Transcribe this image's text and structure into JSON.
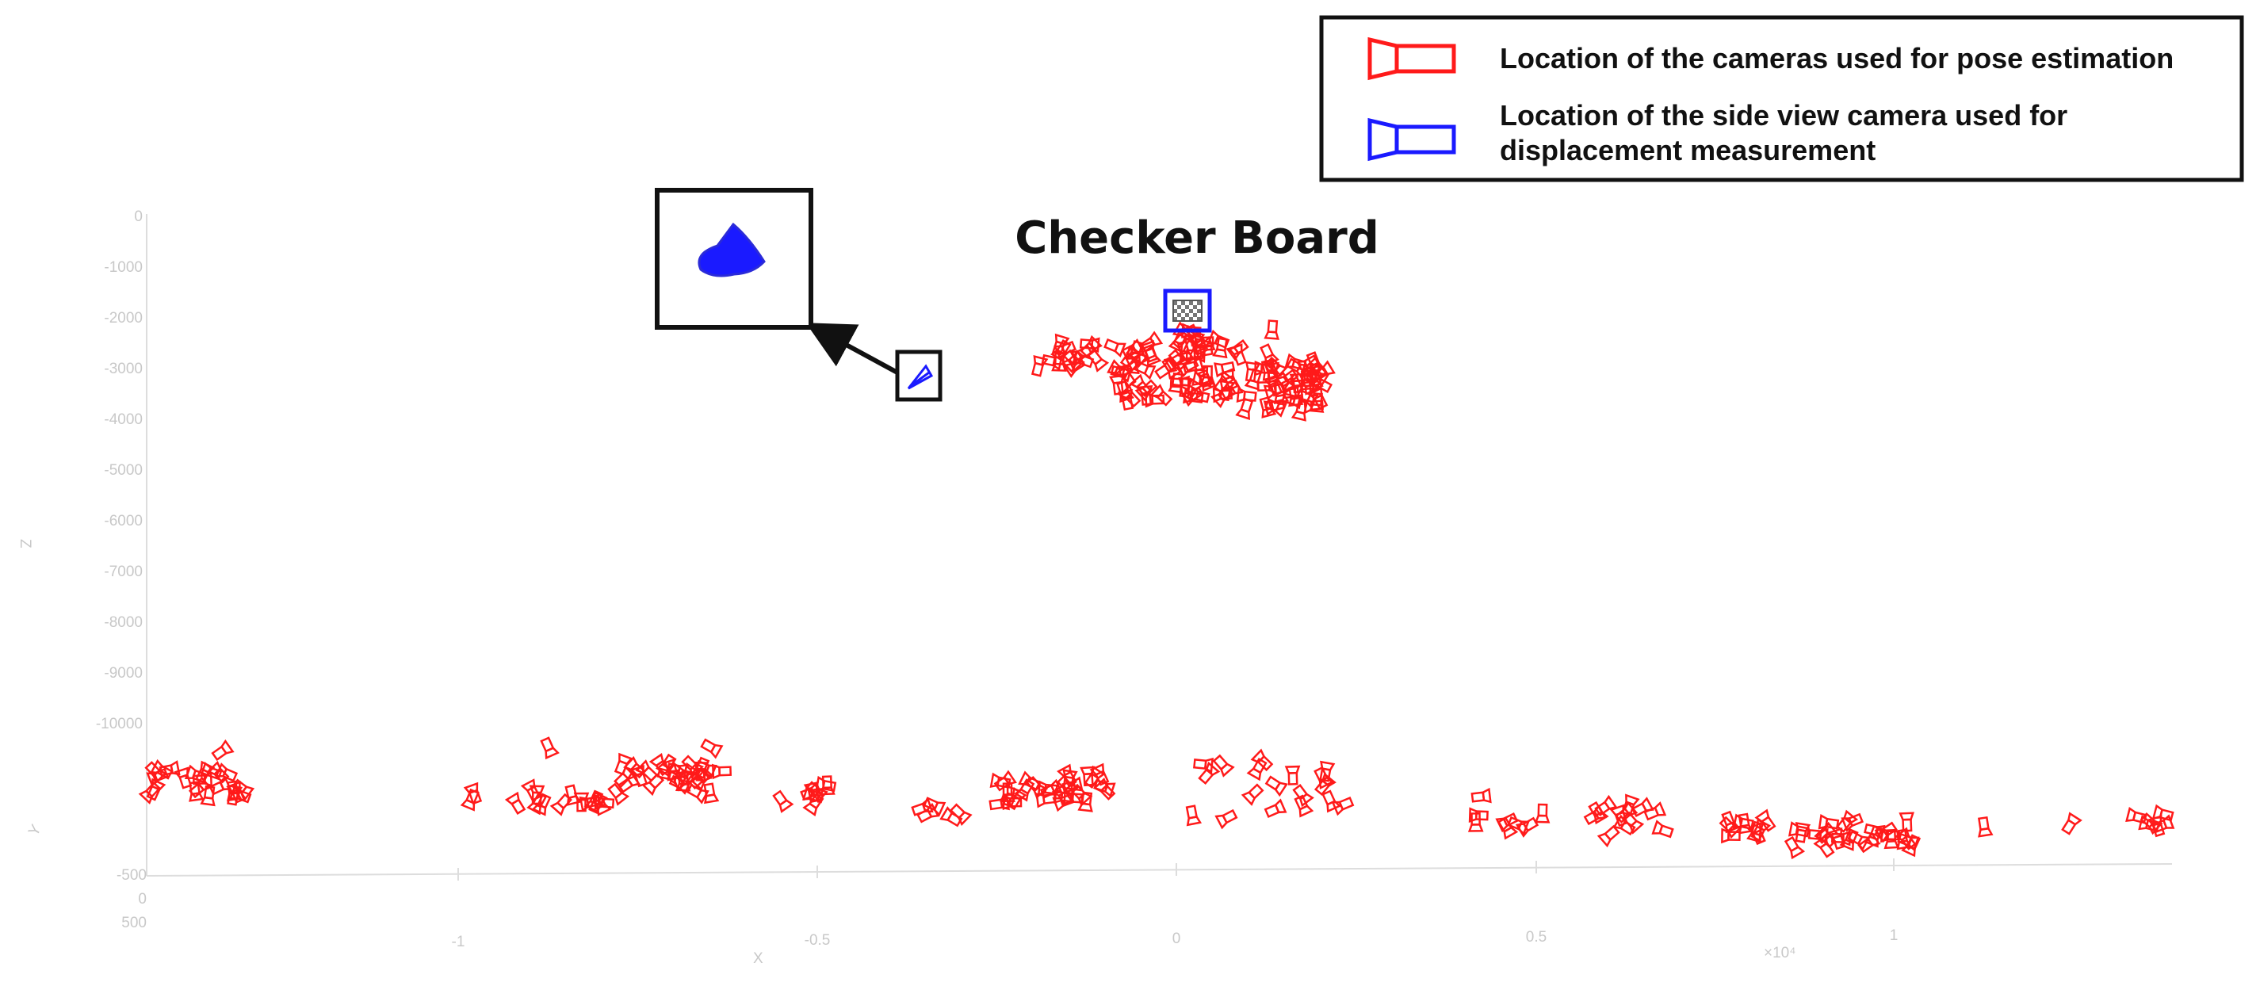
{
  "title": "Checker Board",
  "legend": {
    "items": [
      {
        "lines": [
          "Location of the cameras used for pose estimation"
        ],
        "color": "#ff1a1a"
      },
      {
        "lines": [
          "Location of the side view camera used for",
          "displacement measurement"
        ],
        "color": "#1a1aff"
      }
    ]
  },
  "axes": {
    "z_label": "Z",
    "y_label": "Y",
    "x_label": "X",
    "z_ticks": [
      "0",
      "-1000",
      "-2000",
      "-3000",
      "-4000",
      "-5000",
      "-6000",
      "-7000",
      "-8000",
      "-9000",
      "-10000"
    ],
    "y_ticks": [
      "-500",
      "0",
      "500"
    ],
    "x_ticks": [
      "-1",
      "-0.5",
      "0",
      "0.5",
      "1"
    ],
    "x_multiplier": "×10⁴"
  },
  "colors": {
    "pose_camera": "#ff1a1a",
    "side_camera": "#1a1aff",
    "axis": "#dddddd",
    "frame": "#111111"
  }
}
